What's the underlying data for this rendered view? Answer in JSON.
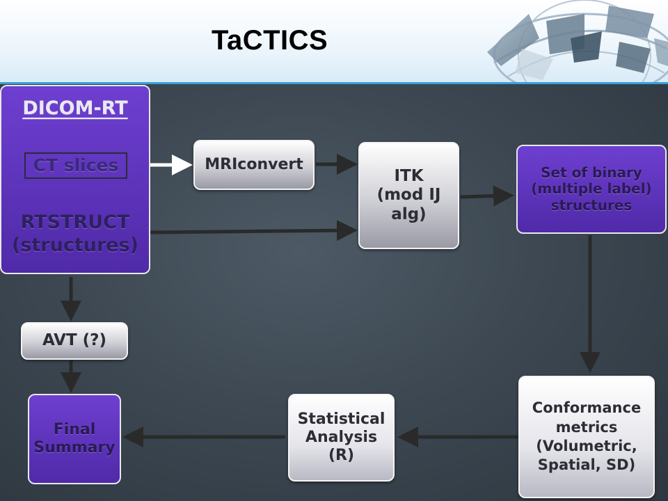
{
  "header": {
    "title": "TaCTICS"
  },
  "diagram": {
    "nodes": {
      "dicom_rt": {
        "title": "DICOM-RT",
        "ct_slices": "CT slices",
        "rtstruct_line1": "RTSTRUCT",
        "rtstruct_line2": "(structures)"
      },
      "mriconvert": {
        "label": "MRIconvert"
      },
      "itk": {
        "line1": "ITK",
        "line2": "(mod IJ",
        "line3": "alg)"
      },
      "binary_structures": {
        "line1": "Set of binary",
        "line2": "(multiple label)",
        "line3": "structures"
      },
      "avt": {
        "label": "AVT (?)"
      },
      "final_summary": {
        "line1": "Final",
        "line2": "Summary"
      },
      "statistical_analysis": {
        "line1": "Statistical",
        "line2": "Analysis",
        "line3": "(R)"
      },
      "conformance_metrics": {
        "line1": "Conformance",
        "line2": "metrics",
        "line3": "(Volumetric,",
        "line4": "Spatial, SD)"
      }
    },
    "edges": [
      {
        "from": "ct_slices",
        "to": "mriconvert"
      },
      {
        "from": "mriconvert",
        "to": "itk"
      },
      {
        "from": "rtstruct",
        "to": "itk"
      },
      {
        "from": "itk",
        "to": "binary_structures"
      },
      {
        "from": "binary_structures",
        "to": "conformance_metrics"
      },
      {
        "from": "conformance_metrics",
        "to": "statistical_analysis"
      },
      {
        "from": "statistical_analysis",
        "to": "final_summary"
      },
      {
        "from": "dicom_rt",
        "to": "avt"
      },
      {
        "from": "avt",
        "to": "final_summary"
      }
    ],
    "colors": {
      "purple_node": "#5a33b8",
      "gray_node": "#c8c8d0",
      "arrow": "#2b2b2b",
      "highlight_arrow": "#ffffff",
      "board": "#3e4953"
    }
  }
}
